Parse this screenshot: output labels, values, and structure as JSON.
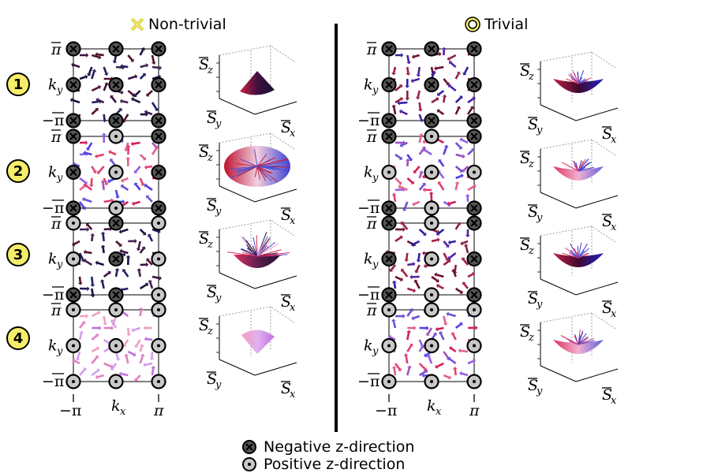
{
  "headers": {
    "nontrivial": "Non-trivial",
    "trivial": "Trivial"
  },
  "row_numbers": [
    "1",
    "2",
    "3",
    "4"
  ],
  "axis_labels": {
    "pi": "π",
    "minus_pi": "−π",
    "ky": "k",
    "ky_sub": "y",
    "kx": "k",
    "kx_sub": "x",
    "Sz": "S",
    "Sz_sub": "z",
    "Sy": "S",
    "Sy_sub": "y",
    "Sx": "S",
    "Sx_sub": "x"
  },
  "legend": {
    "negative": "Negative z-direction",
    "positive": "Positive z-direction"
  },
  "colors": {
    "negative_fill": "#555555",
    "positive_fill": "#c8c8c8",
    "highlight": "#f6ee6a",
    "red": "#e03040",
    "blue": "#3040e0",
    "dark": "#2a1030"
  },
  "icons": {
    "nontrivial": "x-mark-icon",
    "trivial": "double-circle-icon",
    "negative": "circled-x-icon",
    "positive": "circled-dot-icon"
  },
  "panels": {
    "left": [
      {
        "vortex": "xxxxxxxxx",
        "field": "dark"
      },
      {
        "vortex": "xoxxoxxox",
        "field": "pinkblue"
      },
      {
        "vortex": "oxooxoxxo",
        "field": "dark"
      },
      {
        "vortex": "ooooooooo",
        "field": "pink"
      }
    ],
    "right": [
      {
        "vortex": "xxxxxxxxx",
        "field": "darkred"
      },
      {
        "vortex": "xoxoooxox",
        "field": "pinkblue"
      },
      {
        "vortex": "xoxxoxxox",
        "field": "darkred"
      },
      {
        "vortex": "ooooooooo",
        "field": "pinkblue"
      }
    ]
  },
  "cone_styles": {
    "left": [
      "small-dark",
      "big-ball",
      "spiky",
      "small-pink"
    ],
    "right": [
      "bowl-blue",
      "bowl-pink",
      "bowl-blue",
      "bowl-pink"
    ]
  }
}
